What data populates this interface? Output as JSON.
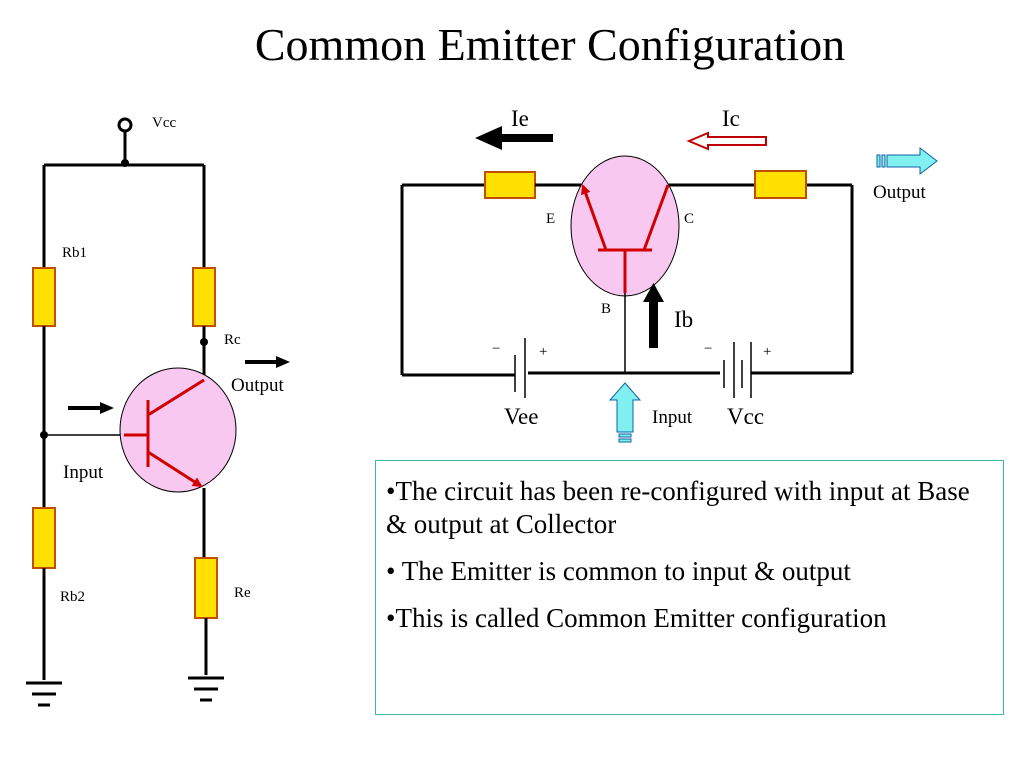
{
  "title": "Common Emitter Configuration",
  "left_circuit": {
    "vcc": "Vcc",
    "rb1": "Rb1",
    "rb2": "Rb2",
    "rc": "Rc",
    "re": "Re",
    "input": "Input",
    "output": "Output"
  },
  "right_circuit": {
    "ie": "Ie",
    "ic": "Ic",
    "ib": "Ib",
    "emitter": "E",
    "collector": "C",
    "base": "B",
    "vee": "Vee",
    "vcc": "Vcc",
    "input": "Input",
    "output": "Output",
    "minus": "−",
    "plus": "+"
  },
  "notes": [
    "•The circuit has been re-configured with input at Base & output at Collector",
    "• The Emitter is common to input & output",
    "•This is called Common Emitter configuration"
  ],
  "colors": {
    "resistor_fill": "#ffe000",
    "resistor_stroke": "#c05000",
    "transistor_fill": "#f8c8f0",
    "transistor_lead": "#d00000",
    "arrow_fill": "#80f0f0",
    "box_border": "#3cb8a8"
  }
}
